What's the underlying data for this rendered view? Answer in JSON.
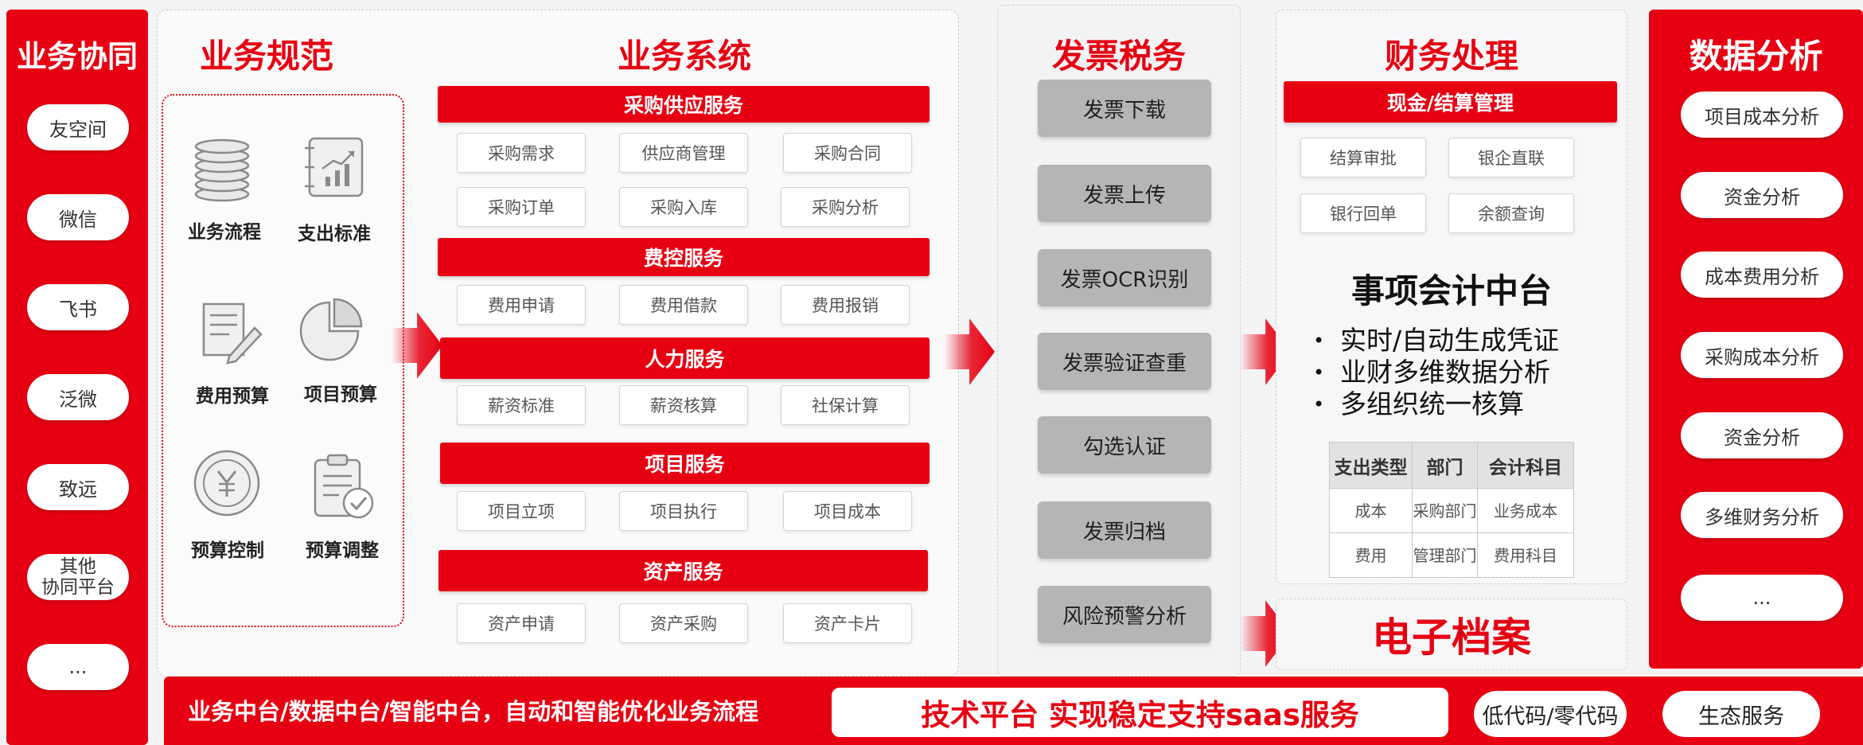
{
  "collab": {
    "title": "业务协同",
    "items": [
      "友空间",
      "微信",
      "飞书",
      "泛微",
      "致远",
      "其他\n协同平台",
      "..."
    ]
  },
  "norms": {
    "title": "业务规范",
    "items": [
      {
        "label": "业务流程",
        "icon": "database-icon"
      },
      {
        "label": "支出标准",
        "icon": "growth-chart-icon"
      },
      {
        "label": "费用预算",
        "icon": "document-edit-icon"
      },
      {
        "label": "项目预算",
        "icon": "pie-chart-icon"
      },
      {
        "label": "预算控制",
        "icon": "yuan-coin-icon"
      },
      {
        "label": "预算调整",
        "icon": "clipboard-check-icon"
      }
    ]
  },
  "systems": {
    "title": "业务系统",
    "groups": [
      {
        "name": "采购供应服务",
        "items": [
          "采购需求",
          "供应商管理",
          "采购合同",
          "采购订单",
          "采购入库",
          "采购分析"
        ]
      },
      {
        "name": "费控服务",
        "items": [
          "费用申请",
          "费用借款",
          "费用报销"
        ]
      },
      {
        "name": "人力服务",
        "items": [
          "薪资标准",
          "薪资核算",
          "社保计算"
        ]
      },
      {
        "name": "项目服务",
        "items": [
          "项目立项",
          "项目执行",
          "项目成本"
        ]
      },
      {
        "name": "资产服务",
        "items": [
          "资产申请",
          "资产采购",
          "资产卡片"
        ]
      }
    ]
  },
  "invoice": {
    "title": "发票税务",
    "items": [
      "发票下载",
      "发票上传",
      "发票OCR识别",
      "发票验证查重",
      "勾选认证",
      "发票归档",
      "风险预警分析"
    ]
  },
  "finance": {
    "title": "财务处理",
    "bar": "现金/结算管理",
    "chips": [
      "结算审批",
      "银企直联",
      "银行回单",
      "余额查询"
    ],
    "center_title": "事项会计中台",
    "bullets": [
      "实时/自动生成凭证",
      "业财多维数据分析",
      "多组织统一核算"
    ],
    "table": {
      "headers": [
        "支出类型",
        "部门",
        "会计科目"
      ],
      "rows": [
        [
          "成本",
          "采购部门",
          "业务成本"
        ],
        [
          "费用",
          "管理部门",
          "费用科目"
        ]
      ]
    }
  },
  "archive": {
    "title": "电子档案"
  },
  "data_analysis": {
    "title": "数据分析",
    "items": [
      "项目成本分析",
      "资金分析",
      "成本费用分析",
      "采购成本分析",
      "资金分析",
      "多维财务分析",
      "..."
    ]
  },
  "bottom": {
    "text": "业务中台/数据中台/智能中台，自动和智能优化业务流程",
    "tech": "技术平台 实现稳定支持saas服务",
    "pills": [
      "低代码/零代码",
      "生态服务"
    ]
  },
  "colors": {
    "brand_red": "#e60012",
    "gray_button": "#b5b5b5"
  }
}
